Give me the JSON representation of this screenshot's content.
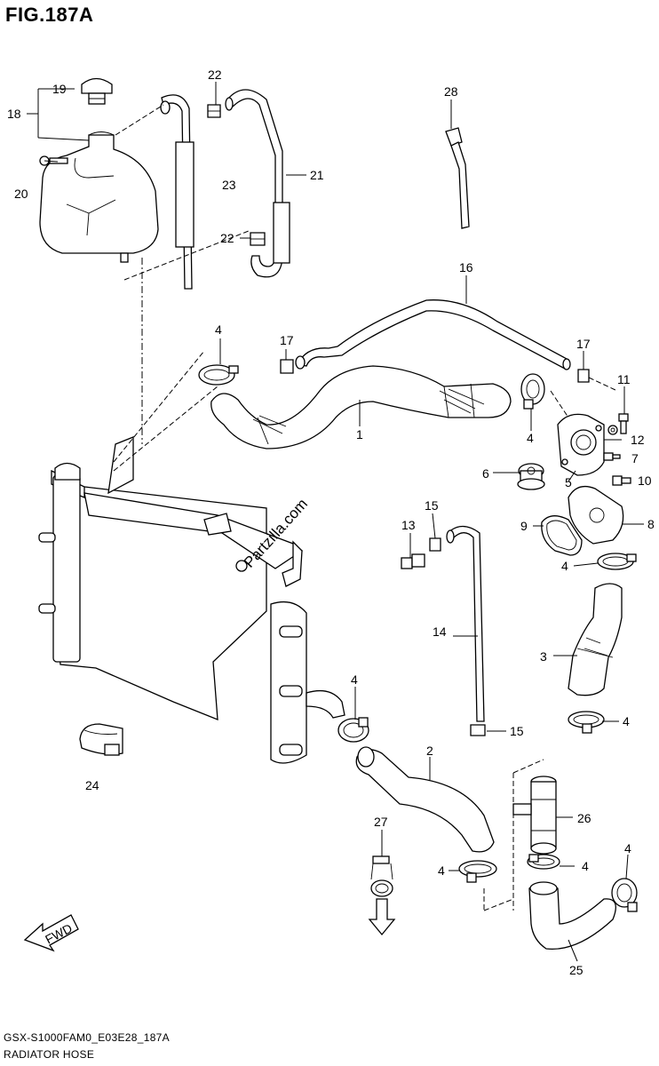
{
  "figure": {
    "title": "FIG.187A",
    "code": "GSX-S1000FAM0_E03E28_187A",
    "name": "RADIATOR HOSE",
    "watermark": "Partzilla.com",
    "fwd_label": "FWD"
  },
  "callouts": [
    "1",
    "2",
    "3",
    "4",
    "5",
    "6",
    "7",
    "8",
    "9",
    "10",
    "11",
    "12",
    "13",
    "14",
    "15",
    "16",
    "17",
    "18",
    "19",
    "20",
    "21",
    "22",
    "23",
    "24",
    "25",
    "26",
    "27",
    "28"
  ]
}
